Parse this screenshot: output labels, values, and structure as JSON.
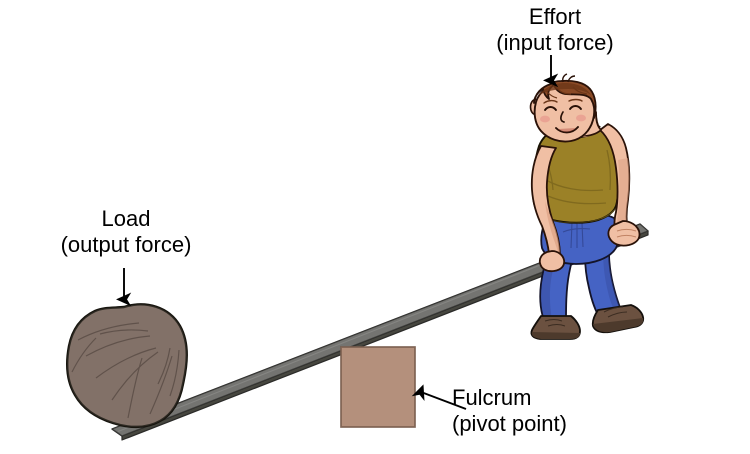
{
  "figure": {
    "type": "lever-diagram",
    "background_color": "#ffffff",
    "description": "Class-1 lever: a boy sits on the raised right end of a bar that pivots on a block and lifts a rock at the left end."
  },
  "labels": {
    "effort": {
      "line1": "Effort",
      "line2": "(input force)",
      "points_to": "boy-figure",
      "arrow": "down-arrow-icon"
    },
    "load": {
      "line1": "Load",
      "line2": "(output force)",
      "points_to": "rock-load",
      "arrow": "down-arrow-icon"
    },
    "fulcrum": {
      "line1": "Fulcrum",
      "line2": "(pivot point)",
      "points_to": "fulcrum-block",
      "arrow": "up-left-arrow-icon"
    }
  },
  "parts": {
    "lever_bar": {
      "name": "lever-bar",
      "color": "#6e6e6b",
      "edge_color": "#3f3f3d",
      "outline": "#2a2a28"
    },
    "rock": {
      "name": "rock-load",
      "fill": "#7d6c63",
      "outline": "#1a1a1a",
      "texture_color": "#5b4d46"
    },
    "fulcrum_block": {
      "name": "fulcrum-block",
      "fill": "#b4907c",
      "outline": "#6b5144"
    },
    "boy": {
      "name": "boy-figure",
      "skin": "#f0bfa4",
      "skin_shadow": "#dba183",
      "hair": "#8a4a26",
      "hair_shadow": "#6b3618",
      "shirt": "#9b8127",
      "shirt_shadow": "#7e681e",
      "pants": "#4563c4",
      "pants_shadow": "#35499a",
      "shoes": "#6b5140",
      "shoes_shadow": "#4d3a2c",
      "outline": "#1a1a1a",
      "cheek": "#e89a8d"
    },
    "arrows": {
      "name": "annotation-arrows",
      "color": "#000000"
    }
  }
}
